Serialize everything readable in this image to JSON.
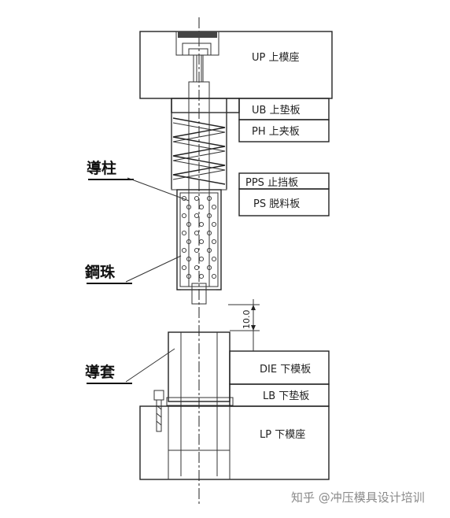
{
  "plates": {
    "up": "UP 上模座",
    "ub": "UB 上垫板",
    "ph": "PH 上夹板",
    "pps": "PPS 止挡板",
    "ps": "PS 脱料板",
    "die": "DIE 下模板",
    "lb": "LB 下垫板",
    "lp": "LP 下模座"
  },
  "callouts": {
    "guide_post": "導柱",
    "steel_ball": "鋼珠",
    "guide_bush": "導套"
  },
  "dimension": {
    "gap": "10.0"
  },
  "watermark": {
    "text": "知乎 @冲压模具设计培训"
  }
}
